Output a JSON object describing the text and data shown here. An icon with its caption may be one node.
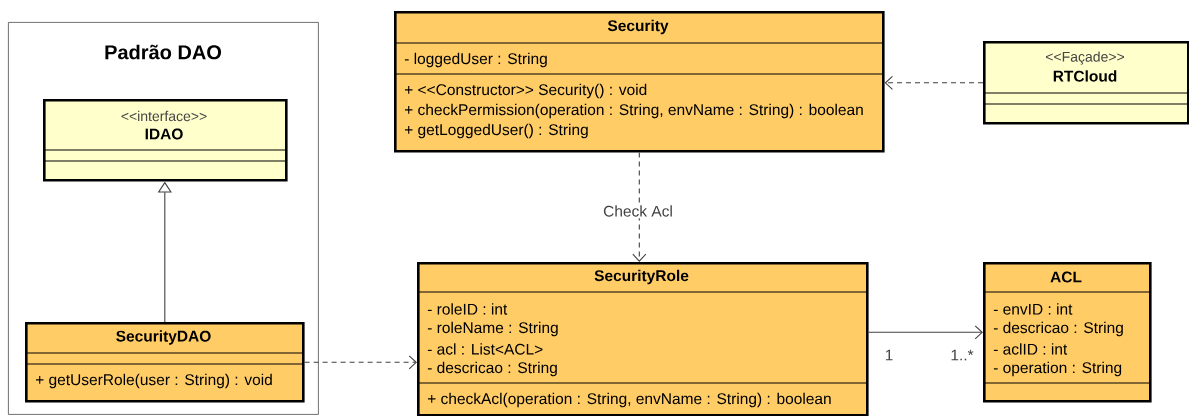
{
  "diagram": {
    "nodes": [
      {
        "text": [
          "Padrão DAO"
        ]
      },
      {
        "text": [
          "<<interface>>",
          "IDAO"
        ],
        "in": 0
      },
      {
        "text": [
          "SecurityDAO",
          "+ getUserRole(user : String) : void"
        ],
        "in": 0
      },
      {
        "text": [
          "Security",
          "- loggedUser : String",
          "+ <<Constructor>> Security() : void",
          "+ checkPermission(operation : String, envName : String) : boolean",
          "+ getLoggedUser() : String"
        ]
      },
      {
        "text": [
          "<<Façade>>",
          "RTCloud"
        ]
      },
      {
        "text": [
          "SecurityRole",
          "- roleID : int",
          "- roleName : String",
          "- acl : List<ACL>",
          "- descricao : String",
          "+ checkAcl(operation : String, envName : String) : boolean"
        ]
      },
      {
        "text": [
          "ACL",
          "- envID : int",
          "- descricao : String",
          "- aclID : int",
          "- operation : String"
        ]
      }
    ],
    "edges": [
      {
        "from": 2,
        "to": 1,
        "arrow": "to"
      },
      {
        "from": 2,
        "to": 5,
        "arrow": "to",
        "style": "dashed"
      },
      {
        "from": 4,
        "to": 3,
        "arrow": "to",
        "style": "dashed"
      },
      {
        "from": 3,
        "to": 5,
        "arrow": "to",
        "style": "dashed",
        "label": "Check Acl"
      },
      {
        "from": 5,
        "to": 6,
        "arrow": "to"
      }
    ],
    "labels": [
      "1",
      "1..*"
    ]
  }
}
